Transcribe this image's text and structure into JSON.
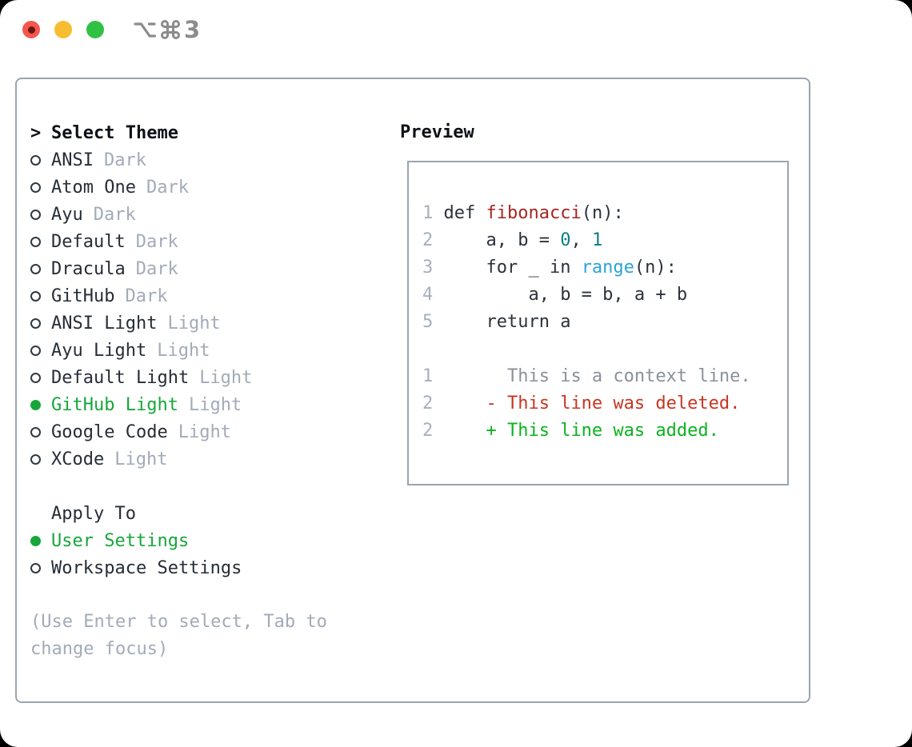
{
  "titlebar": {
    "window_title": "⌥⌘3",
    "title_digit": "3"
  },
  "colors": {
    "accent_green": "#17a63c",
    "added_green": "#0ab31f",
    "deleted_red": "#c93522",
    "function_red": "#a62522",
    "builtin_blue": "#2ca2d9",
    "number_teal": "#0b7e82",
    "muted_gray": "#a2abb8",
    "border_gray": "#9aa4b0"
  },
  "theme_picker": {
    "cursor": ">",
    "title": "Select Theme",
    "items": [
      {
        "label": "ANSI",
        "tag": "Dark",
        "selected": false
      },
      {
        "label": "Atom One",
        "tag": "Dark",
        "selected": false
      },
      {
        "label": "Ayu",
        "tag": "Dark",
        "selected": false
      },
      {
        "label": "Default",
        "tag": "Dark",
        "selected": false
      },
      {
        "label": "Dracula",
        "tag": "Dark",
        "selected": false
      },
      {
        "label": "GitHub",
        "tag": "Dark",
        "selected": false
      },
      {
        "label": "ANSI Light",
        "tag": "Light",
        "selected": false
      },
      {
        "label": "Ayu Light",
        "tag": "Light",
        "selected": false
      },
      {
        "label": "Default Light",
        "tag": "Light",
        "selected": false
      },
      {
        "label": "GitHub Light",
        "tag": "Light",
        "selected": true
      },
      {
        "label": "Google Code",
        "tag": "Light",
        "selected": false
      },
      {
        "label": "XCode",
        "tag": "Light",
        "selected": false
      }
    ],
    "apply_to": {
      "title": "Apply To",
      "options": [
        {
          "label": "User Settings",
          "selected": true
        },
        {
          "label": "Workspace Settings",
          "selected": false
        }
      ]
    },
    "hint_lines": [
      "(Use Enter to select, Tab to",
      "change focus)"
    ]
  },
  "preview": {
    "title": "Preview",
    "lines": [
      [
        [
          "1 ",
          "ln"
        ],
        [
          "def ",
          "code"
        ],
        [
          "fibonacci",
          "fn"
        ],
        [
          "(n):",
          "code"
        ]
      ],
      [
        [
          "2 ",
          "ln"
        ],
        [
          "    a, b = ",
          "code"
        ],
        [
          "0",
          "num"
        ],
        [
          ", ",
          "code"
        ],
        [
          "1",
          "num"
        ]
      ],
      [
        [
          "3 ",
          "ln"
        ],
        [
          "    for _ in ",
          "code"
        ],
        [
          "range",
          "builtin"
        ],
        [
          "(n):",
          "code"
        ]
      ],
      [
        [
          "4 ",
          "ln"
        ],
        [
          "        a, b = b, a + b",
          "code"
        ]
      ],
      [
        [
          "5 ",
          "ln"
        ],
        [
          "    return a",
          "code"
        ]
      ],
      [],
      [
        [
          "1 ",
          "ln"
        ],
        [
          "      This is a context line.",
          "context"
        ]
      ],
      [
        [
          "2 ",
          "ln"
        ],
        [
          "    - This line was deleted.",
          "deleted"
        ]
      ],
      [
        [
          "2 ",
          "ln"
        ],
        [
          "    + This line was added.",
          "added"
        ]
      ]
    ]
  }
}
